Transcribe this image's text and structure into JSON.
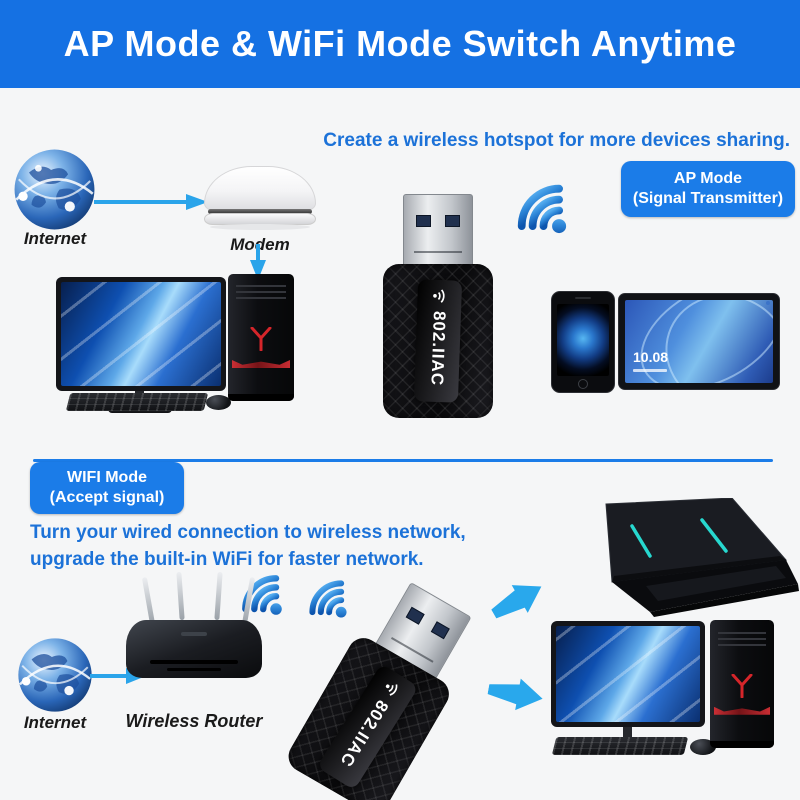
{
  "banner": {
    "title": "AP Mode & WiFi Mode Switch Anytime"
  },
  "adapter": {
    "label": "802.IIAC"
  },
  "ap_section": {
    "heading": "Create a wireless hotspot for more devices sharing.",
    "internet_label": "Internet",
    "modem_label": "Modem",
    "mode_button": {
      "line1": "AP Mode",
      "line2": "(Signal Transmitter)"
    },
    "tablet_time": "10.08"
  },
  "wifi_section": {
    "mode_button": {
      "line1": "WIFI Mode",
      "line2": "(Accept signal)"
    },
    "heading_line1": "Turn your wired connection to wireless network,",
    "heading_line2": "upgrade the built-in WiFi for faster network.",
    "internet_label": "Internet",
    "router_label": "Wireless Router"
  },
  "colors": {
    "banner_blue": "#1571e3",
    "button_blue": "#1b7ce8",
    "heading_blue": "#1c72d8",
    "arrow_blue": "#2aa4ea",
    "background": "#f5f6f7"
  }
}
